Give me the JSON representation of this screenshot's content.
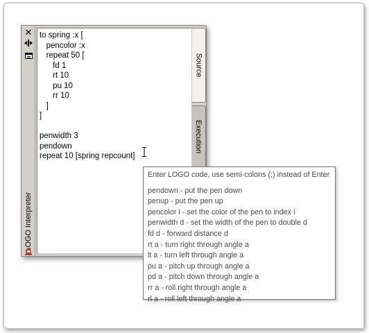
{
  "palette": {
    "title": "LOGO Interpreter",
    "icons": {
      "close": "close-icon",
      "properties": "properties-icon",
      "menu": "menu-icon",
      "logo": "logo-turtle-icon"
    }
  },
  "editor": {
    "lines": [
      "to spring :x [",
      "   pencolor :x",
      "   repeat 50 [",
      "      fd 1",
      "      rt 10",
      "      pu 10",
      "      rr 10",
      "   ]",
      "]",
      "",
      "penwidth 3",
      "pendown",
      "repeat 10 [spring repcount]"
    ]
  },
  "tabs": [
    {
      "label": "Source",
      "selected": true
    },
    {
      "label": "Execution",
      "selected": false
    }
  ],
  "tooltip": {
    "header": "Enter LOGO code, use semi-colons (;) instead of Enter",
    "commands": [
      "pendown - put the pen down",
      "penup - put the pen up",
      "pencolor i - set the color of the pen to index i",
      "penwidth d - set the width of the pen to double d",
      "fd d - forward distance d",
      "rt a - turn right through angle a",
      "lt a - turn left through angle a",
      "pu a - pitch up through angle a",
      "pd a - pitch down through angle a",
      "rr a - roll right through angle a",
      "rl a - roll left through angle a"
    ]
  },
  "colors": {
    "chrome": "#d4d0c8",
    "tooltip_text": "#4a4a4a",
    "logo_red": "#c0392b"
  }
}
